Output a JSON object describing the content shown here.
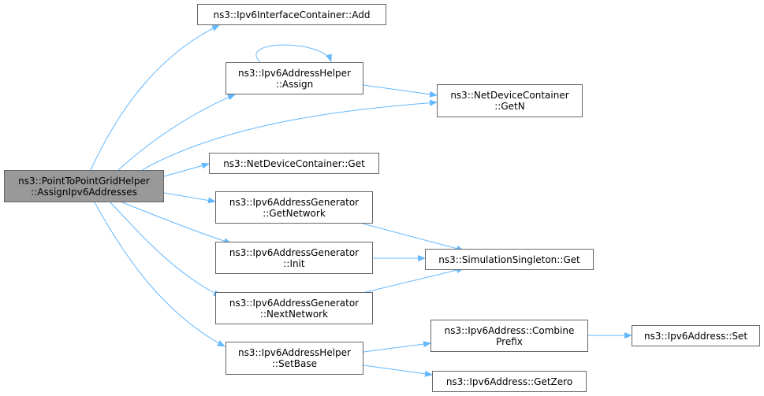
{
  "colors": {
    "edge": "#63b8ff",
    "border": "#666666",
    "current_fill": "#999999"
  },
  "nodes": {
    "root": {
      "line1": "ns3::PointToPointGridHelper",
      "line2": "::AssignIpv6Addresses"
    },
    "ifc_add": {
      "line1": "ns3::Ipv6InterfaceContainer::Add"
    },
    "helper_assign": {
      "line1": "ns3::Ipv6AddressHelper",
      "line2": "::Assign"
    },
    "ndc_getn": {
      "line1": "ns3::NetDeviceContainer",
      "line2": "::GetN"
    },
    "ndc_get": {
      "line1": "ns3::NetDeviceContainer::Get"
    },
    "gen_getnetwork": {
      "line1": "ns3::Ipv6AddressGenerator",
      "line2": "::GetNetwork"
    },
    "gen_init": {
      "line1": "ns3::Ipv6AddressGenerator",
      "line2": "::Init"
    },
    "sim_get": {
      "line1": "ns3::SimulationSingleton::Get"
    },
    "gen_nextnetwork": {
      "line1": "ns3::Ipv6AddressGenerator",
      "line2": "::NextNetwork"
    },
    "helper_setbase": {
      "line1": "ns3::Ipv6AddressHelper",
      "line2": "::SetBase"
    },
    "addr_combine": {
      "line1": "ns3::Ipv6Address::Combine",
      "line2": "Prefix"
    },
    "addr_set": {
      "line1": "ns3::Ipv6Address::Set"
    },
    "addr_getzero": {
      "line1": "ns3::Ipv6Address::GetZero"
    }
  },
  "edges": [
    {
      "from": "root",
      "to": "ifc_add"
    },
    {
      "from": "root",
      "to": "helper_assign"
    },
    {
      "from": "root",
      "to": "ndc_getn"
    },
    {
      "from": "root",
      "to": "ndc_get"
    },
    {
      "from": "root",
      "to": "gen_getnetwork"
    },
    {
      "from": "root",
      "to": "gen_init"
    },
    {
      "from": "root",
      "to": "gen_nextnetwork"
    },
    {
      "from": "root",
      "to": "helper_setbase"
    },
    {
      "from": "helper_assign",
      "to": "helper_assign"
    },
    {
      "from": "helper_assign",
      "to": "ndc_getn"
    },
    {
      "from": "gen_getnetwork",
      "to": "sim_get"
    },
    {
      "from": "gen_init",
      "to": "sim_get"
    },
    {
      "from": "gen_nextnetwork",
      "to": "sim_get"
    },
    {
      "from": "helper_setbase",
      "to": "addr_combine"
    },
    {
      "from": "helper_setbase",
      "to": "addr_getzero"
    },
    {
      "from": "addr_combine",
      "to": "addr_set"
    }
  ]
}
